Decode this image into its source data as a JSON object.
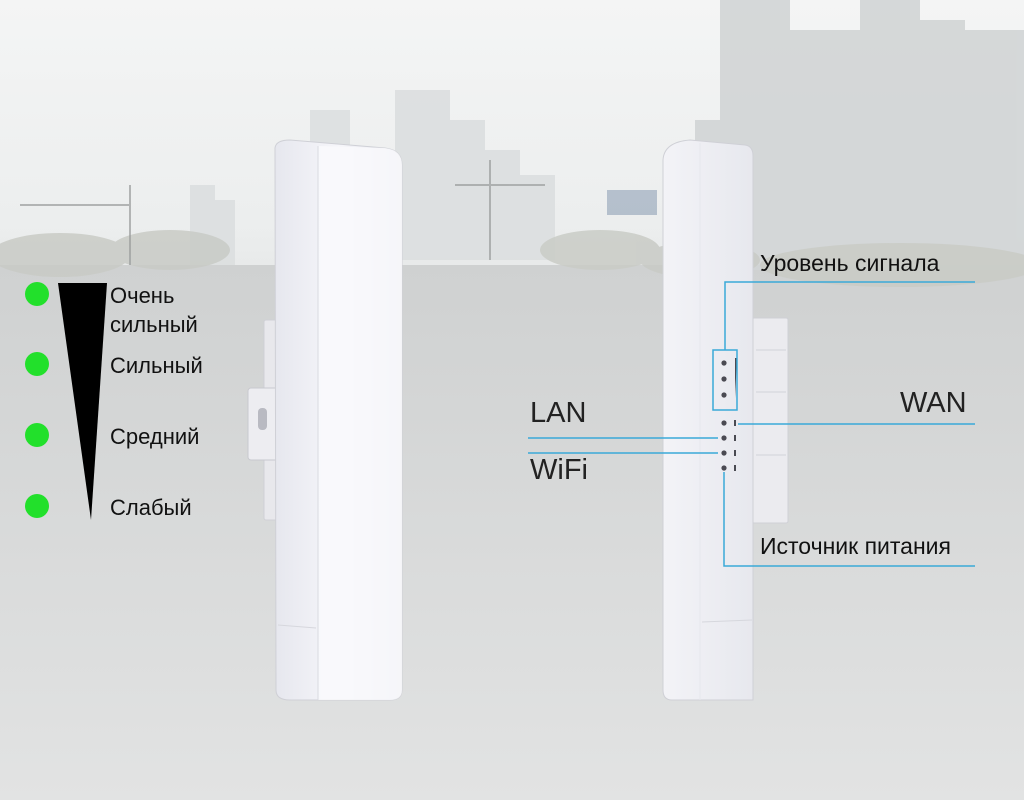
{
  "legend": {
    "items": [
      {
        "label": "Очень\nсильный",
        "color": "#22e02b"
      },
      {
        "label": "Сильный",
        "color": "#22e02b"
      },
      {
        "label": "Средний",
        "color": "#22e02b"
      },
      {
        "label": "Слабый",
        "color": "#22e02b"
      }
    ]
  },
  "callouts": {
    "signal_level": "Уровень сигнала",
    "wan": "WAN",
    "lan": "LAN",
    "wifi": "WiFi",
    "power": "Источник питания"
  },
  "colors": {
    "callout_line": "#3aa9d8",
    "indicator_green": "#22e02b"
  }
}
